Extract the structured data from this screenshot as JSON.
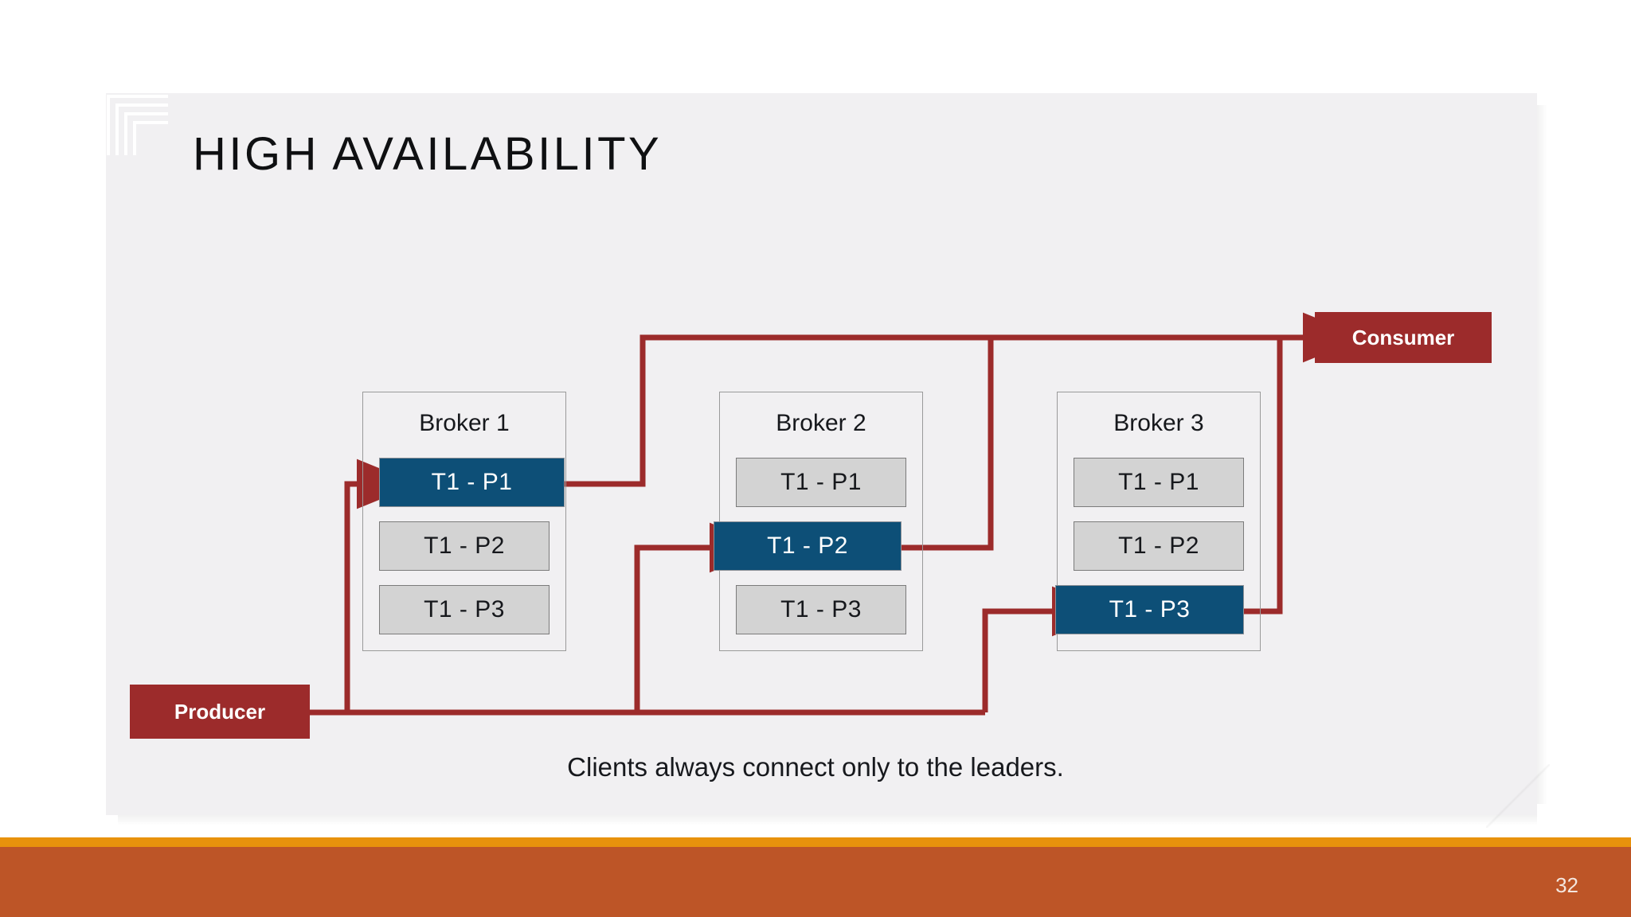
{
  "slide": {
    "title": "HIGH AVAILABILITY",
    "caption": "Clients always connect only to the leaders.",
    "slide_number": "32"
  },
  "colors": {
    "panel_background": "#f1f0f2",
    "leader_fill": "#0d4f77",
    "follower_fill": "#d3d3d3",
    "endpoint_fill": "#9c2b2b",
    "connector": "#9c2b2b",
    "footer_stripe": "#e8920c",
    "footer_band": "#bd5527",
    "title_text": "#0f1012"
  },
  "endpoints": {
    "producer": {
      "label": "Producer"
    },
    "consumer": {
      "label": "Consumer"
    }
  },
  "brokers": [
    {
      "title": "Broker 1",
      "partitions": [
        {
          "label": "T1 - P1",
          "role": "leader"
        },
        {
          "label": "T1 - P2",
          "role": "follower"
        },
        {
          "label": "T1 - P3",
          "role": "follower"
        }
      ]
    },
    {
      "title": "Broker 2",
      "partitions": [
        {
          "label": "T1 - P1",
          "role": "follower"
        },
        {
          "label": "T1 - P2",
          "role": "leader"
        },
        {
          "label": "T1 - P3",
          "role": "follower"
        }
      ]
    },
    {
      "title": "Broker 3",
      "partitions": [
        {
          "label": "T1 - P1",
          "role": "follower"
        },
        {
          "label": "T1 - P2",
          "role": "follower"
        },
        {
          "label": "T1 - P3",
          "role": "leader"
        }
      ]
    }
  ],
  "connections": [
    {
      "from": "producer",
      "to": "broker-1-partition-1",
      "kind": "write"
    },
    {
      "from": "producer",
      "to": "broker-2-partition-2",
      "kind": "write"
    },
    {
      "from": "producer",
      "to": "broker-3-partition-3",
      "kind": "write"
    },
    {
      "from": "broker-1-partition-1",
      "to": "consumer",
      "kind": "read"
    },
    {
      "from": "broker-2-partition-2",
      "to": "consumer",
      "kind": "read"
    },
    {
      "from": "broker-3-partition-3",
      "to": "consumer",
      "kind": "read"
    }
  ]
}
